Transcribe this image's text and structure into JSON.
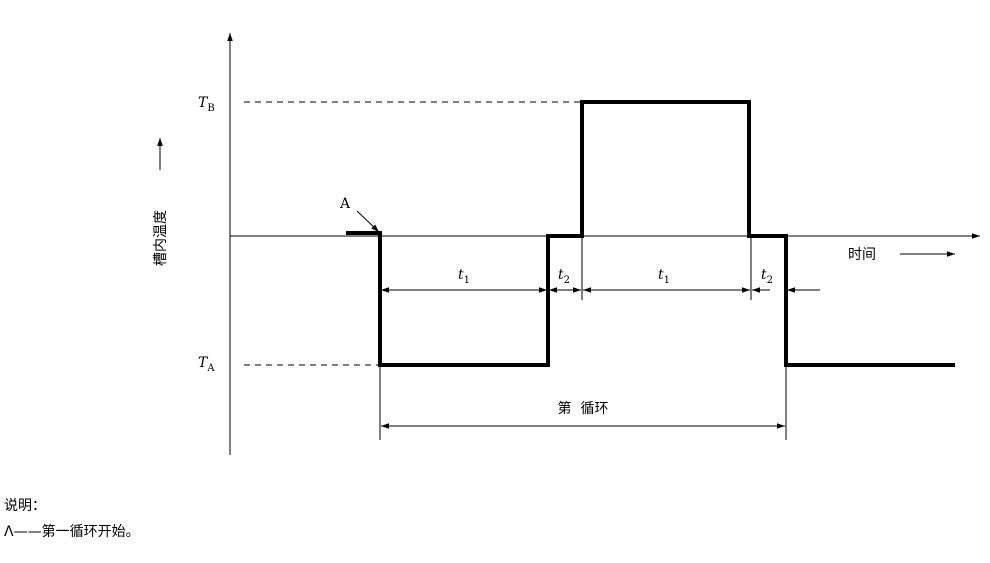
{
  "axes": {
    "y_label": "槽内温度",
    "x_label": "时间"
  },
  "levels": {
    "high_label": "T",
    "high_sub": "B",
    "low_label": "T",
    "low_sub": "A"
  },
  "point_a": "A",
  "intervals": {
    "t1": "t",
    "t1_sub": "1",
    "t2": "t",
    "t2_sub": "2"
  },
  "cycle_label": "第  循环",
  "legend": {
    "heading": "说明：",
    "items": [
      "Λ——第一循环开始。"
    ]
  }
}
